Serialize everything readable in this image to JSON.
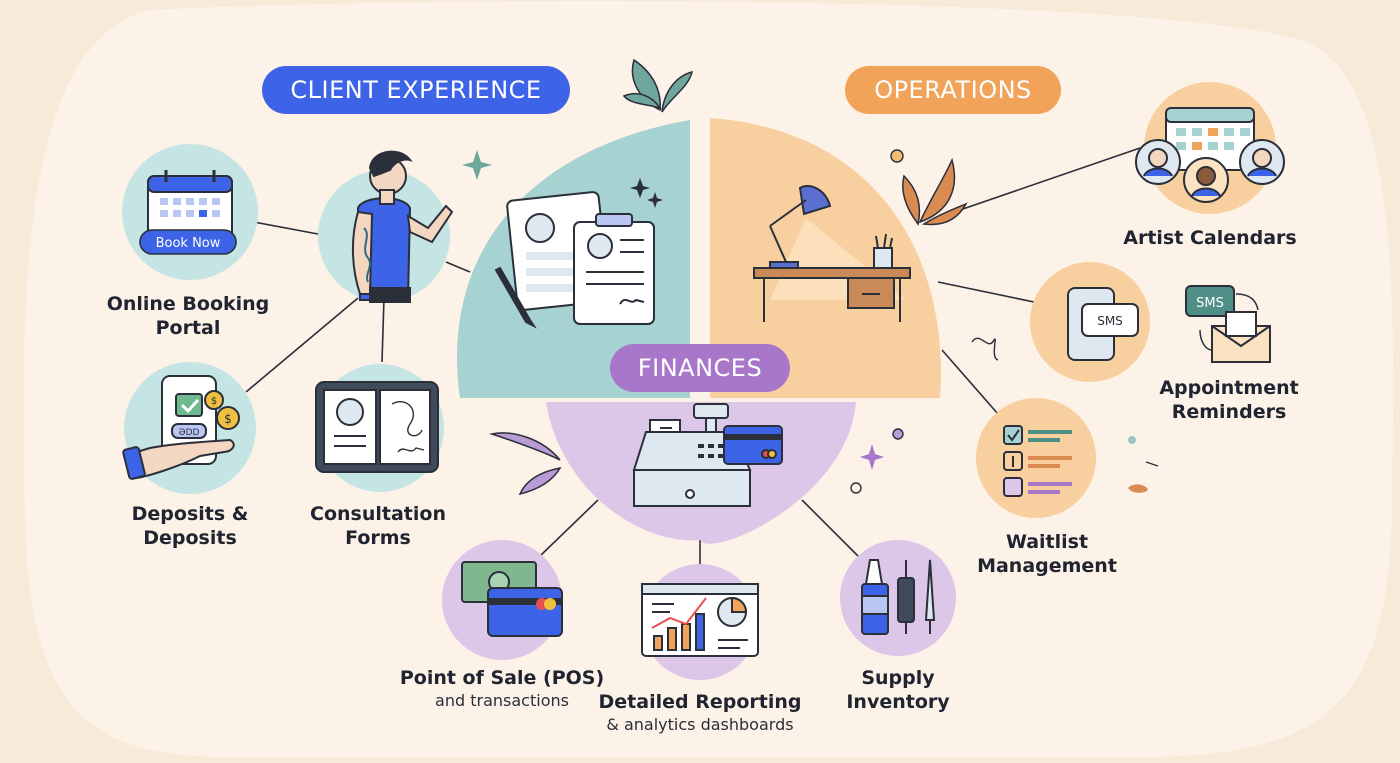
{
  "categories": {
    "client_experience": {
      "title": "CLIENT EXPERIENCE",
      "color": "#3d63e6"
    },
    "operations": {
      "title": "OPERATIONS",
      "color": "#f0a359"
    },
    "finances": {
      "title": "FINANCES",
      "color": "#a877c9"
    }
  },
  "features": {
    "online_booking": {
      "line1": "Online Booking",
      "line2": "Portal",
      "button": "Book Now"
    },
    "deposits": {
      "line1": "Deposits &",
      "line2": "Deposits",
      "card": "ƏDD"
    },
    "consultation": {
      "line1": "Consultation",
      "line2": "Forms"
    },
    "pos": {
      "line1": "Point of Sale (POS)",
      "line2": "and transactions"
    },
    "reporting": {
      "line1": "Detailed Reporting",
      "line2": "& analytics dashboards"
    },
    "supply": {
      "line1": "Supply",
      "line2": "Inventory"
    },
    "artist_calendars": {
      "line1": "Artist Calendars"
    },
    "reminders": {
      "line1": "Appointment",
      "line2": "Reminders",
      "sms": "SMS"
    },
    "waitlist": {
      "line1": "Waitlist",
      "line2": "Management"
    }
  },
  "colors": {
    "background": "#f6ead9",
    "panel": "#fcf2e7",
    "teal": "#a7d2d2",
    "orange_soft": "#f8d0a0",
    "purple_soft": "#dcc7e8",
    "outline": "#2a2f3a"
  },
  "icons": [
    "calendar-icon",
    "person-tattoo-icon",
    "documents-icon",
    "phone-payment-icon",
    "tablet-forms-icon",
    "desk-lamp-icon",
    "calendar-avatars-icon",
    "phone-sms-icon",
    "envelope-sms-icon",
    "checklist-icon",
    "cash-register-icon",
    "cash-card-icon",
    "dashboard-chart-icon",
    "ink-needle-icon",
    "leaf-icon",
    "sparkle-icon"
  ]
}
